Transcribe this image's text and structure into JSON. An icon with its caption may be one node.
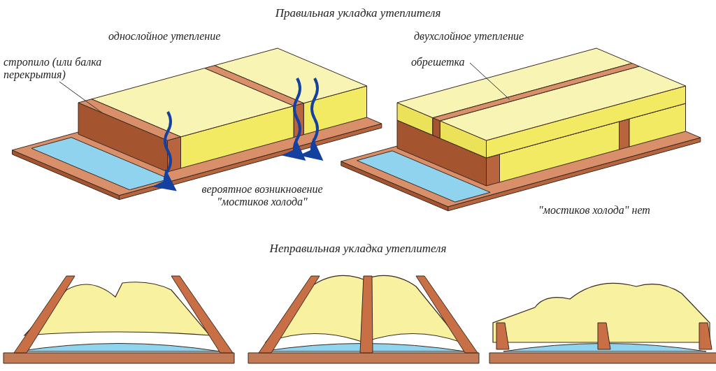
{
  "diagram": {
    "title": "Правильная укладка утеплителя",
    "nodes": [
      {
        "text": [
          "стропило (или балка перекрытия)"
        ]
      },
      {
        "text": [],
        "shape": "bar"
      },
      {
        "text": [
          "обрешетка"
        ]
      },
      {
        "text": [],
        "shape": "bar"
      }
    ],
    "edges": [
      {
        "from": 0,
        "to": 1,
        "arrow": "none"
      },
      {
        "from": 2,
        "to": 3,
        "arrow": "none"
      }
    ],
    "labels": [
      "однослойное утепление",
      "двухслойное утепление",
      "вероятное возникновение \"мостиков холода\"",
      "\"мостиков холода\" нет",
      "Неправильная укладка утеплителя"
    ]
  }
}
